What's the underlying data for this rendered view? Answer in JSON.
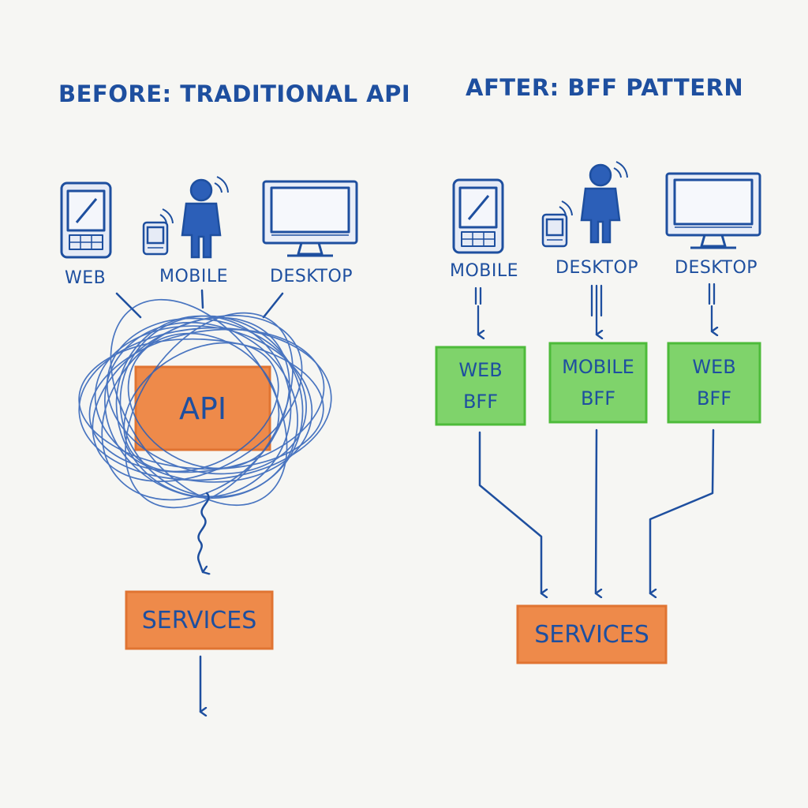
{
  "before": {
    "title": "BEFORE: TRADITIONAL API",
    "clients": [
      {
        "label": "WEB",
        "icon": "tablet-icon"
      },
      {
        "label": "MOBILE",
        "icon": "person-with-phone-icon"
      },
      {
        "label": "DESKTOP",
        "icon": "monitor-icon"
      }
    ],
    "api_label": "API",
    "services_label": "SERVICES"
  },
  "after": {
    "title": "AFTER: BFF PATTERN",
    "clients": [
      {
        "label": "MOBILE",
        "icon": "tablet-icon"
      },
      {
        "label": "DESKTOP",
        "icon": "person-with-phone-icon"
      },
      {
        "label": "DESKTOP",
        "icon": "monitor-icon"
      }
    ],
    "bffs": [
      {
        "label": "WEB\nBFF"
      },
      {
        "label": "MOBILE\nBFF"
      },
      {
        "label": "WEB\nBFF"
      }
    ],
    "services_label": "SERVICES"
  },
  "colors": {
    "ink": "#1e4f9f",
    "api_orange": "#ee8a4a",
    "bff_green": "#7fd36b",
    "background": "#f6f6f3"
  }
}
